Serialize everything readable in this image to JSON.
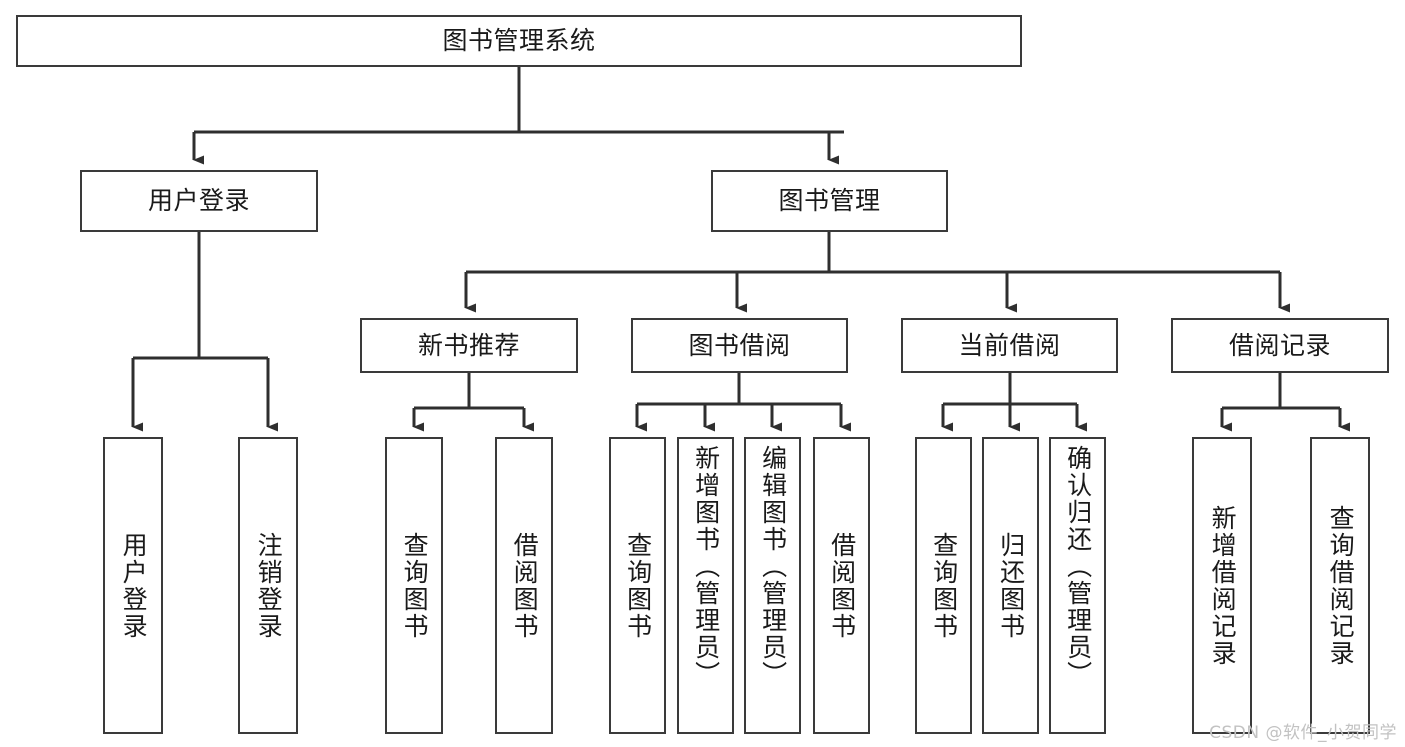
{
  "diagram": {
    "title": "图书管理系统",
    "type": "tree",
    "colors": {
      "border": "#3a3a3a",
      "background": "#ffffff",
      "text": "#1a1a1a",
      "connector": "#2f2f2f",
      "watermark": "#c2c2c2"
    },
    "watermark": "CSDN @软件_小贺同学",
    "levels": {
      "root": "图书管理系统",
      "level2": [
        "用户登录",
        "图书管理"
      ],
      "level3": [
        "新书推荐",
        "图书借阅",
        "当前借阅",
        "借阅记录"
      ]
    },
    "nodes": {
      "root": {
        "label": "图书管理系统"
      },
      "user_login": {
        "label": "用户登录"
      },
      "book_manage": {
        "label": "图书管理"
      },
      "new_book_rec": {
        "label": "新书推荐"
      },
      "book_borrow": {
        "label": "图书借阅"
      },
      "current_borrow": {
        "label": "当前借阅"
      },
      "borrow_record": {
        "label": "借阅记录"
      },
      "leaf_user_login": {
        "label": "用户登录"
      },
      "leaf_logout": {
        "label": "注销登录"
      },
      "leaf_query_book_1": {
        "label": "查询图书"
      },
      "leaf_borrow_book_1": {
        "label": "借阅图书"
      },
      "leaf_query_book_2": {
        "label": "查询图书"
      },
      "leaf_add_book": {
        "label": "新增图书（管理员）"
      },
      "leaf_edit_book": {
        "label": "编辑图书（管理员）"
      },
      "leaf_borrow_book_2": {
        "label": "借阅图书"
      },
      "leaf_query_book_3": {
        "label": "查询图书"
      },
      "leaf_return_book": {
        "label": "归还图书"
      },
      "leaf_confirm_return": {
        "label": "确认归还（管理员）"
      },
      "leaf_add_record": {
        "label": "新增借阅记录"
      },
      "leaf_query_record": {
        "label": "查询借阅记录"
      }
    },
    "edges": [
      {
        "from": "root",
        "to": "user_login"
      },
      {
        "from": "root",
        "to": "book_manage"
      },
      {
        "from": "book_manage",
        "to": "new_book_rec"
      },
      {
        "from": "book_manage",
        "to": "book_borrow"
      },
      {
        "from": "book_manage",
        "to": "current_borrow"
      },
      {
        "from": "book_manage",
        "to": "borrow_record"
      },
      {
        "from": "user_login",
        "to": "leaf_user_login"
      },
      {
        "from": "user_login",
        "to": "leaf_logout"
      },
      {
        "from": "new_book_rec",
        "to": "leaf_query_book_1"
      },
      {
        "from": "new_book_rec",
        "to": "leaf_borrow_book_1"
      },
      {
        "from": "book_borrow",
        "to": "leaf_query_book_2"
      },
      {
        "from": "book_borrow",
        "to": "leaf_add_book"
      },
      {
        "from": "book_borrow",
        "to": "leaf_edit_book"
      },
      {
        "from": "book_borrow",
        "to": "leaf_borrow_book_2"
      },
      {
        "from": "current_borrow",
        "to": "leaf_query_book_3"
      },
      {
        "from": "current_borrow",
        "to": "leaf_return_book"
      },
      {
        "from": "current_borrow",
        "to": "leaf_confirm_return"
      },
      {
        "from": "borrow_record",
        "to": "leaf_add_record"
      },
      {
        "from": "borrow_record",
        "to": "leaf_query_record"
      }
    ]
  }
}
